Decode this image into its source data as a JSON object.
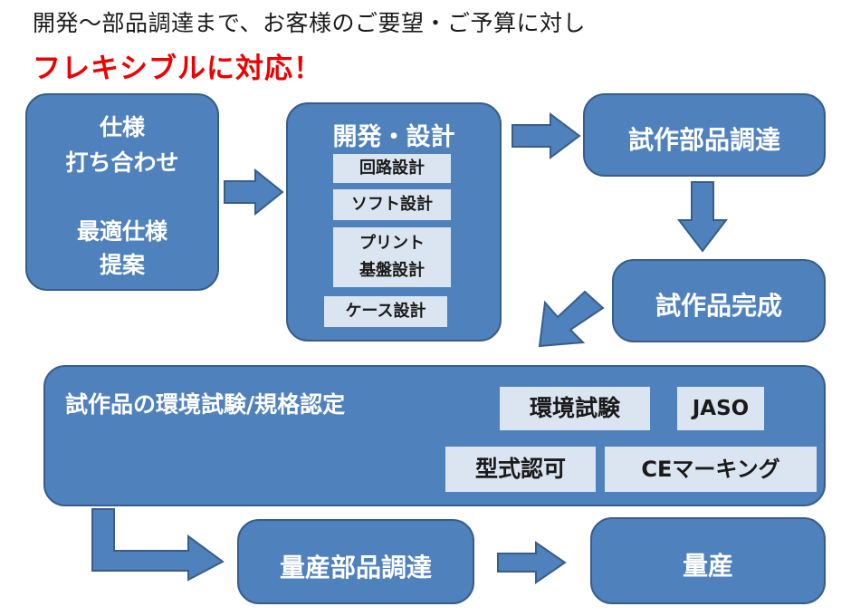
{
  "heading": {
    "line1": "開発〜部品調達まで、お客様のご要望・ご予算に対し",
    "line2": "フレキシブルに対応！"
  },
  "boxes": {
    "spec": {
      "line1": "仕様",
      "line2": "打ち合わせ",
      "line3": "最適仕様",
      "line4": "提案"
    },
    "dev": {
      "title": "開発・設計",
      "items": {
        "circuit": "回路設計",
        "soft": "ソフト設計",
        "print1": "プリント",
        "print2": "基盤設計",
        "case": "ケース設計"
      }
    },
    "proto_parts": {
      "title": "試作部品調達"
    },
    "proto_done": {
      "title": "試作品完成"
    },
    "env": {
      "title": "試作品の環境試験/規格認定",
      "items": {
        "env_test": "環境試験",
        "jaso": "JASO",
        "type_approval": "型式認可",
        "ce": "CEマーキング"
      }
    },
    "mass_parts": {
      "title": "量産部品調達"
    },
    "mass": {
      "title": "量産"
    }
  },
  "colors": {
    "box_fill": "#4f81bd",
    "box_border": "#385d8a",
    "sub_fill": "#dbe5f1",
    "accent_red": "#ee0000"
  }
}
